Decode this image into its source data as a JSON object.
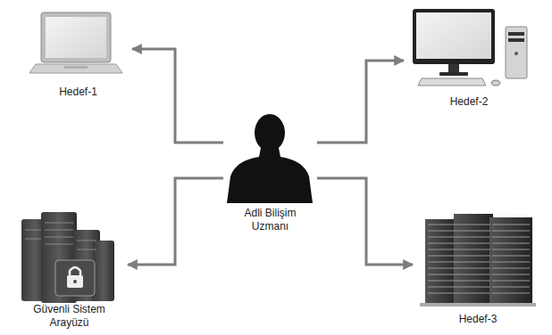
{
  "diagram": {
    "nodes": [
      {
        "text": [
          "Hedef-1"
        ]
      },
      {
        "text": [
          "Hedef-2"
        ]
      },
      {
        "text": [
          "Adli Bilişim Uzmanı"
        ]
      },
      {
        "text": [
          "Güvenli Sistem Arayüzü"
        ]
      },
      {
        "text": [
          "Hedef-3"
        ]
      }
    ],
    "edges": [
      {
        "from": 2,
        "to": 0,
        "arrow": "to"
      },
      {
        "from": 2,
        "to": 1,
        "arrow": "to"
      },
      {
        "from": 2,
        "to": 3,
        "arrow": "to"
      },
      {
        "from": 2,
        "to": 4,
        "arrow": "to"
      }
    ]
  }
}
